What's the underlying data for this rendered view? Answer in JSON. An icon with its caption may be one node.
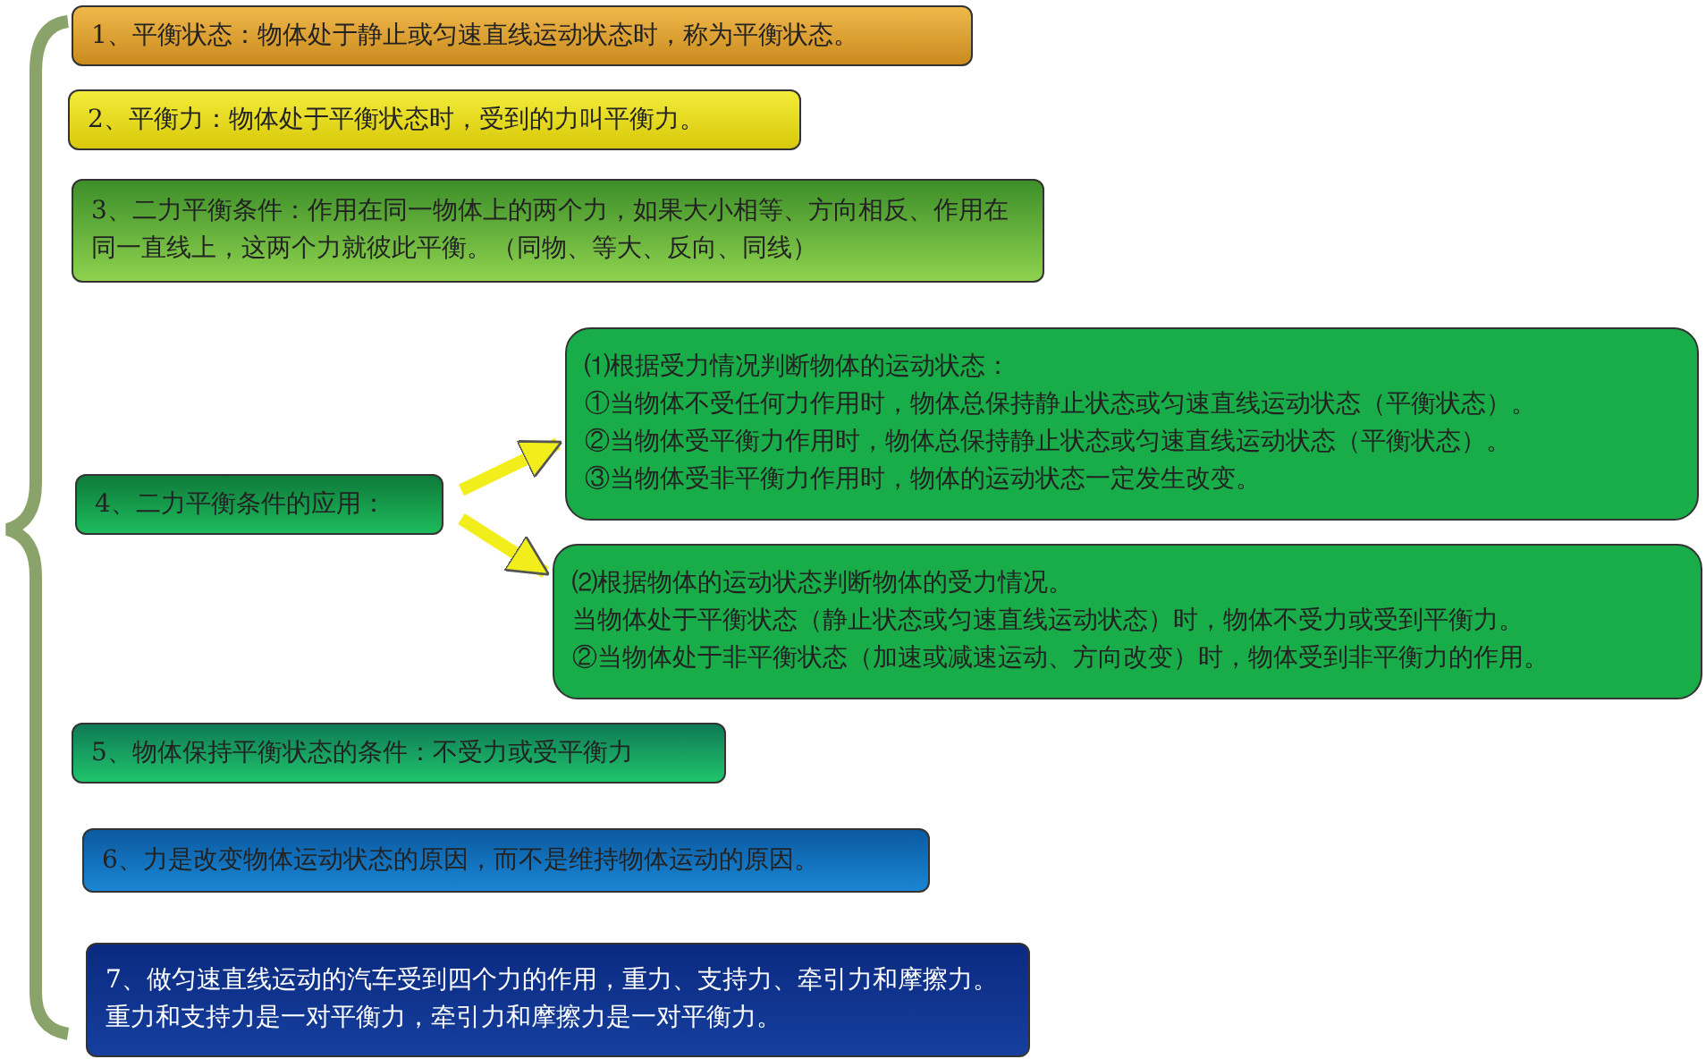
{
  "diagram": {
    "nodes": [
      {
        "text": [
          "1、平衡状态：物体处于静止或匀速直线运动状态时，称为平衡状态。"
        ]
      },
      {
        "text": [
          "2、平衡力：物体处于平衡状态时，受到的力叫平衡力。"
        ]
      },
      {
        "text": [
          "3、二力平衡条件：作用在同一物体上的两个力，如果大小相等、方向相反、作用在同一直线上，这两个力就彼此平衡。（同物、等大、反向、同线）"
        ]
      },
      {
        "text": [
          "4、二力平衡条件的应用："
        ]
      },
      {
        "text": [
          "⑴根据受力情况判断物体的运动状态：",
          "①当物体不受任何力作用时，物体总保持静止状态或匀速直线运动状态（平衡状态）。",
          "②当物体受平衡力作用时，物体总保持静止状态或匀速直线运动状态（平衡状态）。",
          "③当物体受非平衡力作用时，物体的运动状态一定发生改变。"
        ]
      },
      {
        "text": [
          "⑵根据物体的运动状态判断物体的受力情况。",
          "当物体处于平衡状态（静止状态或匀速直线运动状态）时，物体不受力或受到平衡力。",
          "②当物体处于非平衡状态（加速或减速运动、方向改变）时，物体受到非平衡力的作用。"
        ]
      },
      {
        "text": [
          "5、物体保持平衡状态的条件：不受力或受平衡力"
        ]
      },
      {
        "text": [
          "6、力是改变物体运动状态的原因，而不是维持物体运动的原因。"
        ]
      },
      {
        "text": [
          "7、做匀速直线运动的汽车受到四个力的作用，重力、支持力、牵引力和摩擦力。重力和支持力是一对平衡力，牵引力和摩擦力是一对平衡力。"
        ]
      }
    ],
    "edges": [
      {
        "from": 3,
        "to": 4,
        "arrow": "to"
      },
      {
        "from": 3,
        "to": 5,
        "arrow": "to"
      }
    ]
  }
}
